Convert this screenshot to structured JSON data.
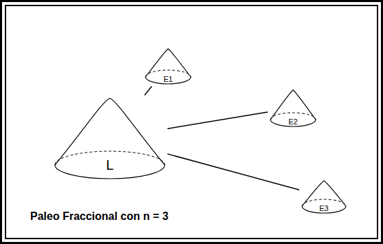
{
  "diagram": {
    "caption": "Paleo Fraccional con n = 3",
    "nodes": [
      {
        "text": [
          "L"
        ]
      },
      {
        "text": [
          "E1"
        ]
      },
      {
        "text": [
          "E2"
        ]
      },
      {
        "text": [
          "E3"
        ]
      }
    ],
    "edges": [
      {
        "from": 0,
        "to": 1,
        "arrow": "none"
      },
      {
        "from": 0,
        "to": 2,
        "arrow": "none"
      },
      {
        "from": 0,
        "to": 3,
        "arrow": "none"
      }
    ]
  }
}
